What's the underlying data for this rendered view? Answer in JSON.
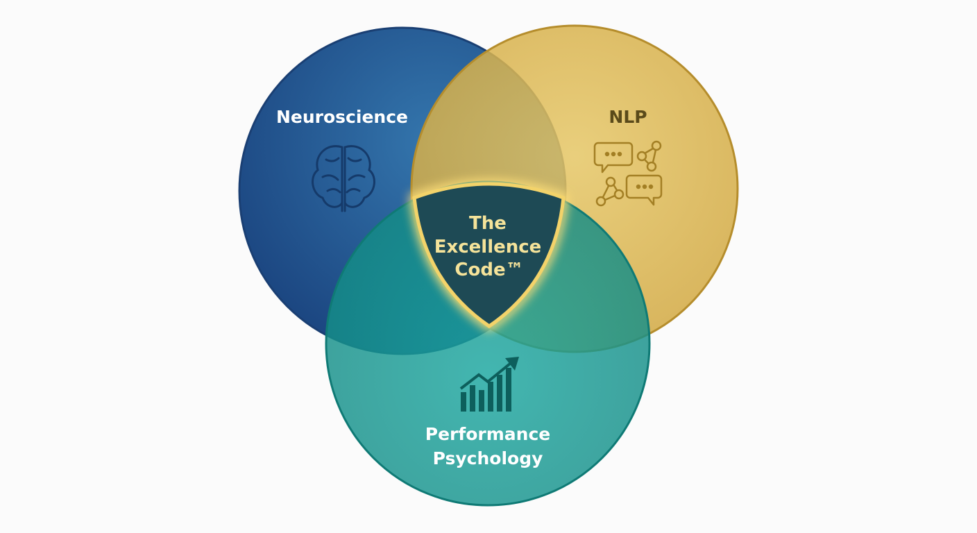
{
  "circles": {
    "neuroscience": {
      "label": "Neuroscience",
      "icon": "brain-icon",
      "color": "#1f4f8a"
    },
    "nlp": {
      "label": "NLP",
      "icon": "chat-network-icon",
      "color": "#d4ad45"
    },
    "performance": {
      "label_line1": "Performance",
      "label_line2": "Psychology",
      "icon": "growth-chart-icon",
      "color": "#16948f"
    }
  },
  "center": {
    "line1": "The",
    "line2": "Excellence",
    "line3": "Code™",
    "text_color": "#f5e39a",
    "border_color": "#f3d36a"
  }
}
